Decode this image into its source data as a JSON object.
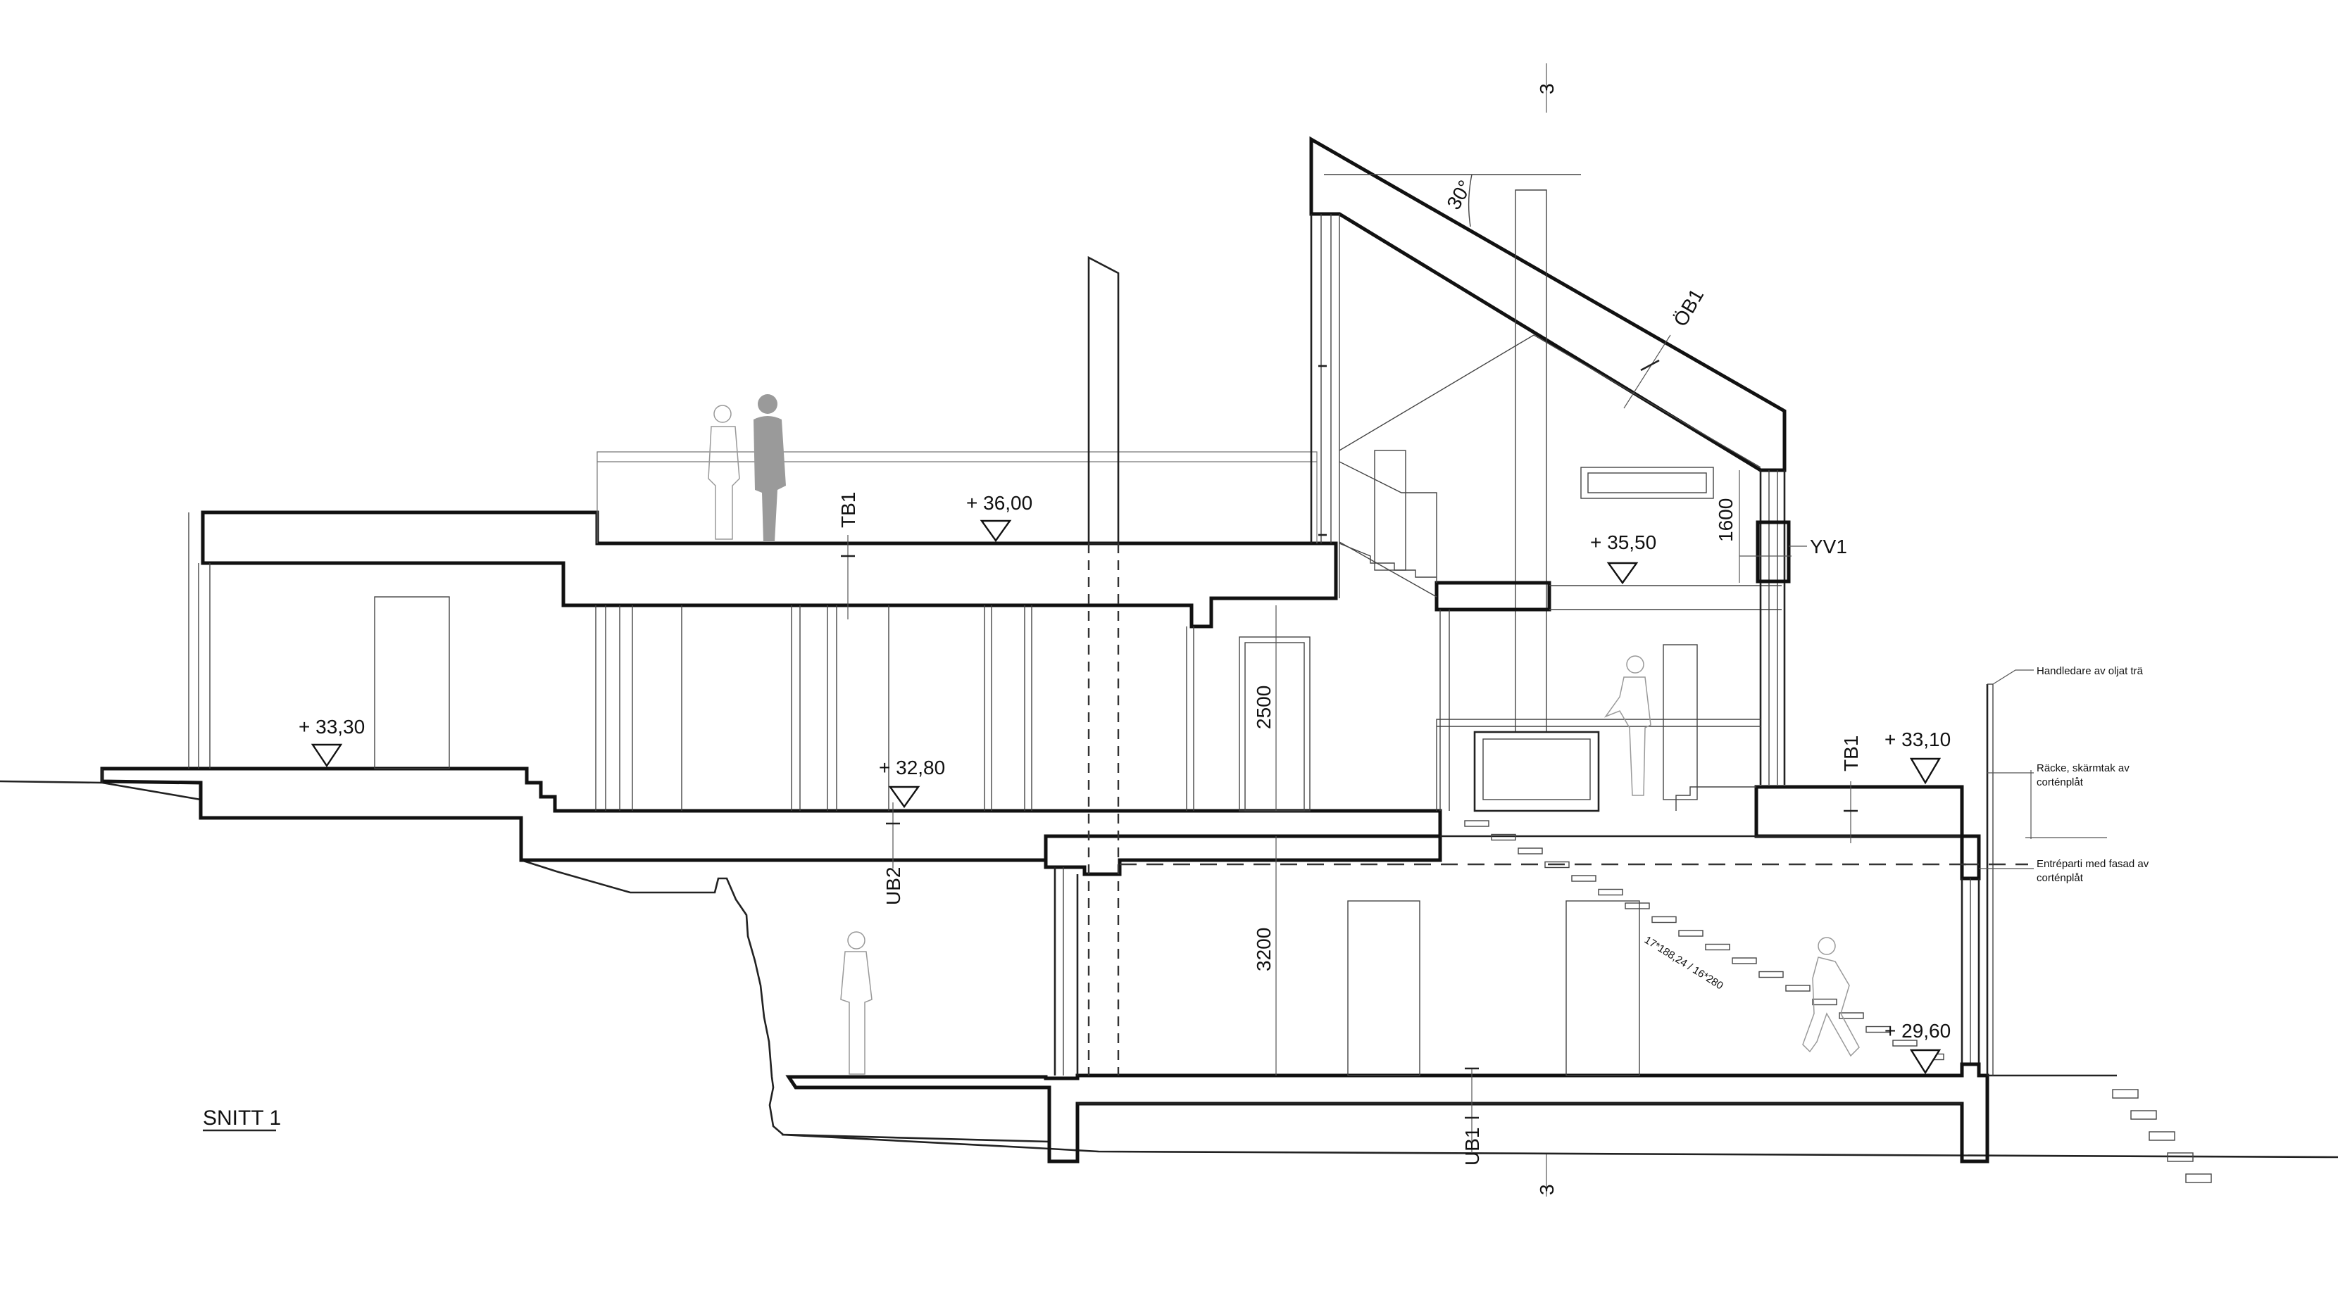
{
  "drawing_title": "SNITT 1",
  "levels": {
    "roof_terrace": "+ 36,00",
    "upper_floor": "+ 35,50",
    "left_terrace": "+ 33,30",
    "main_floor": "+ 32,80",
    "entrance": "+ 33,10",
    "basement": "+ 29,60"
  },
  "dimensions": {
    "main_height": "2500",
    "basement_height": "3200",
    "window_height": "1600",
    "roof_angle": "30°",
    "stair": "17*188,24 / 16*280"
  },
  "labels": {
    "roof": "ÖB1",
    "tb1_left": "TB1",
    "tb1_right": "TB1",
    "ub2": "UB2",
    "ub1": "UB1",
    "yv1": "YV1",
    "section_top": "3",
    "section_bottom": "3"
  },
  "annotations": {
    "handrail": "Handledare av oljat trä",
    "railing_line1": "Räcke, skärmtak av",
    "railing_line2": "corténplåt",
    "entrance_line1": "Entréparti med fasad av",
    "entrance_line2": "corténplåt"
  }
}
